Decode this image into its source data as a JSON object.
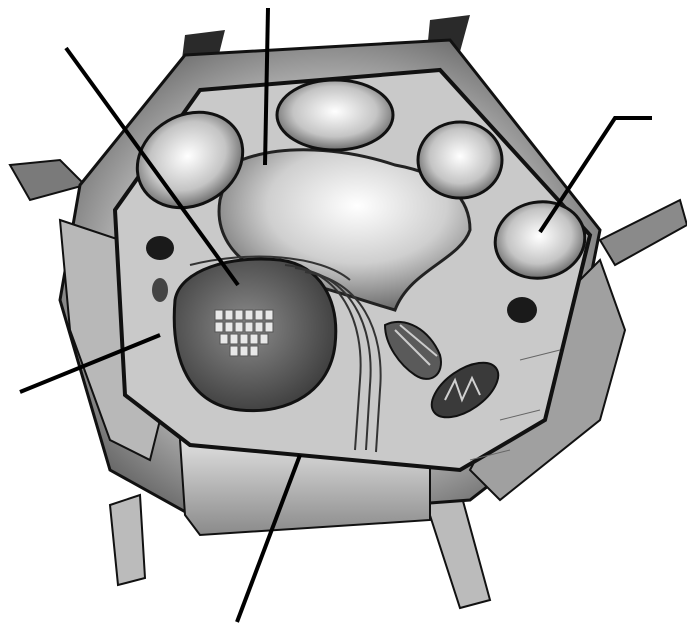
{
  "diagram": {
    "subject": "plant-cell-cross-section",
    "labels": [],
    "pointer_lines": [
      "vacuole-pointer",
      "nucleus-pointer",
      "chloroplast-pointer",
      "cell-membrane-pointer",
      "cell-wall-pointer"
    ],
    "colors": {
      "background": "#ffffff",
      "wall_dark": "#1a1a1a",
      "wall_mid": "#7a7a7a",
      "wall_light": "#d8d8d8",
      "cytoplasm": "#c8c8c8",
      "nucleus": "#6a6a6a",
      "line": "#000000"
    }
  }
}
